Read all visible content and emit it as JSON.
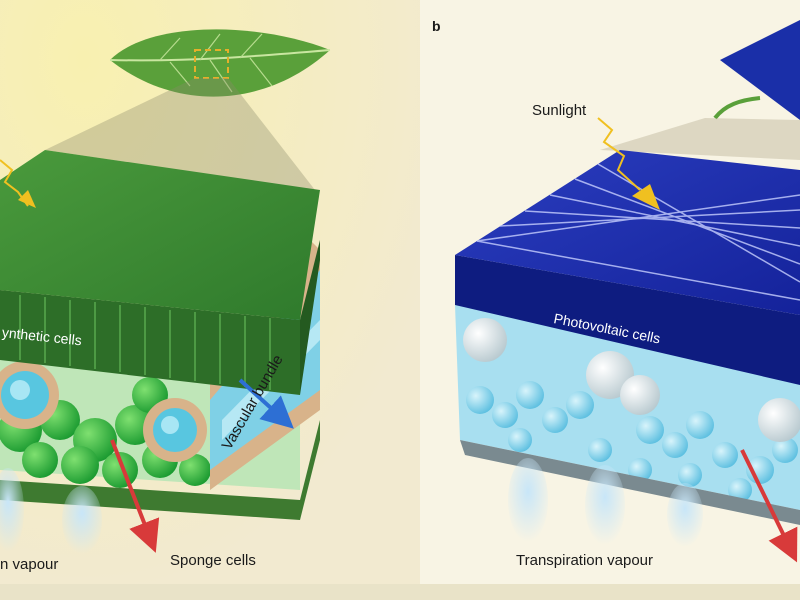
{
  "panels": {
    "left": {
      "label_sunlight": "",
      "label_cells": "ynthetic cells",
      "label_vascular": "Vascular bundle",
      "label_vapour": "n vapour",
      "label_sponge": "Sponge cells"
    },
    "right": {
      "letter": "b",
      "label_sunlight": "Sunlight",
      "label_pv": "Photovoltaic cells",
      "label_vapour": "Transpiration vapour"
    }
  },
  "colors": {
    "background_left": "#f4edc8",
    "background_right": "#f8f4e4",
    "leaf_green": "#3f8f35",
    "leaf_dark": "#2d6e28",
    "chloroplast_green": "#23a83a",
    "tissue_tan": "#d8b38a",
    "vascular_cyan": "#58c6e0",
    "pv_blue": "#1a2fa8",
    "pv_dark_blue": "#0e1c80",
    "bead_cyan": "#7fd4ec",
    "bead_white": "#e6eef2",
    "arrow_red": "#d83a3a",
    "arrow_blue": "#2d6fd4",
    "sun_arrow_yellow": "#f0c020"
  },
  "icons": [
    "leaf-icon",
    "sunlight-arrow-icon",
    "water-vapour-icon",
    "outflow-arrow-icon"
  ]
}
